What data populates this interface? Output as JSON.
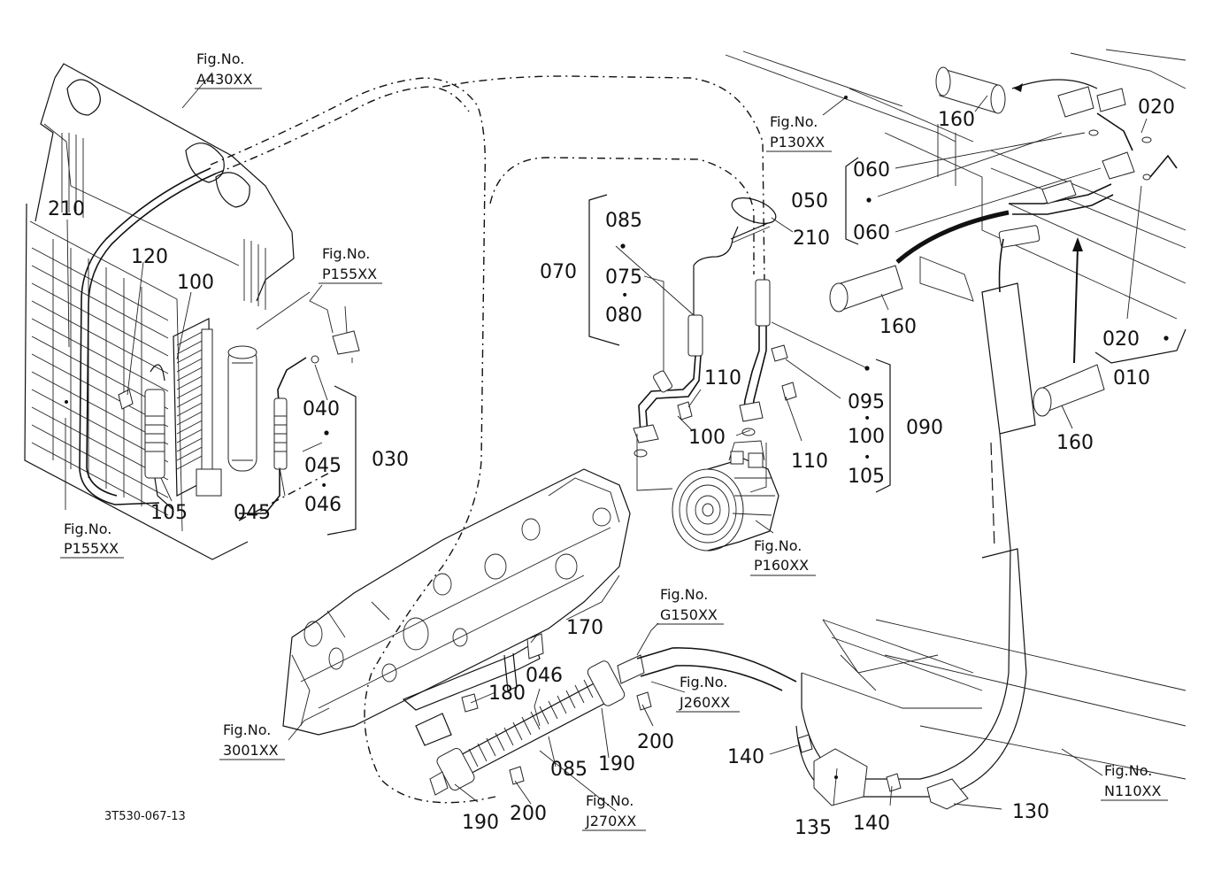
{
  "drawing_code": "3T530-067-13",
  "fig_refs": {
    "a430": {
      "label": "Fig.No.",
      "code": "A430XX"
    },
    "p155_top": {
      "label": "Fig.No.",
      "code": "P155XX"
    },
    "p155_bottom": {
      "label": "Fig.No.",
      "code": "P155XX"
    },
    "p130": {
      "label": "Fig.No.",
      "code": "P130XX"
    },
    "p160": {
      "label": "Fig.No.",
      "code": "P160XX"
    },
    "g150": {
      "label": "Fig.No.",
      "code": "G150XX"
    },
    "j260": {
      "label": "Fig.No.",
      "code": "J260XX"
    },
    "j270": {
      "label": "Fig.No.",
      "code": "J270XX"
    },
    "n110": {
      "label": "Fig.No.",
      "code": "N110XX"
    },
    "f3001": {
      "label": "Fig.No.",
      "code": "3001XX"
    }
  },
  "parts": {
    "p210_left": "210",
    "p120": "120",
    "p100_left": "100",
    "p105_left": "105",
    "p040": "040",
    "p045_group": "045",
    "p045_dot": "•",
    "p046_group": "046",
    "p030": "030",
    "p045_low": "045",
    "p085_top": "085",
    "p070": "070",
    "p075": "075",
    "p075_dot": "•",
    "p080": "080",
    "p210_mid": "210",
    "p110_a": "110",
    "p100_mid": "100",
    "p110_b": "110",
    "p095": "095",
    "p095_dot": "•",
    "p100_right": "100",
    "p100_dot": "•",
    "p105_right": "105",
    "p090": "090",
    "p160_a": "160",
    "p020_a": "020",
    "p060_a": "060",
    "p050": "050",
    "p060_b": "060",
    "p160_b": "160",
    "p020_b": "020",
    "p010": "010",
    "p160_c": "160",
    "p170": "170",
    "p180": "180",
    "p046_low": "046",
    "p085_low": "085",
    "p190_a": "190",
    "p200_a": "200",
    "p190_b": "190",
    "p200_b": "200",
    "p140_a": "140",
    "p135": "135",
    "p140_b": "140",
    "p130": "130"
  }
}
